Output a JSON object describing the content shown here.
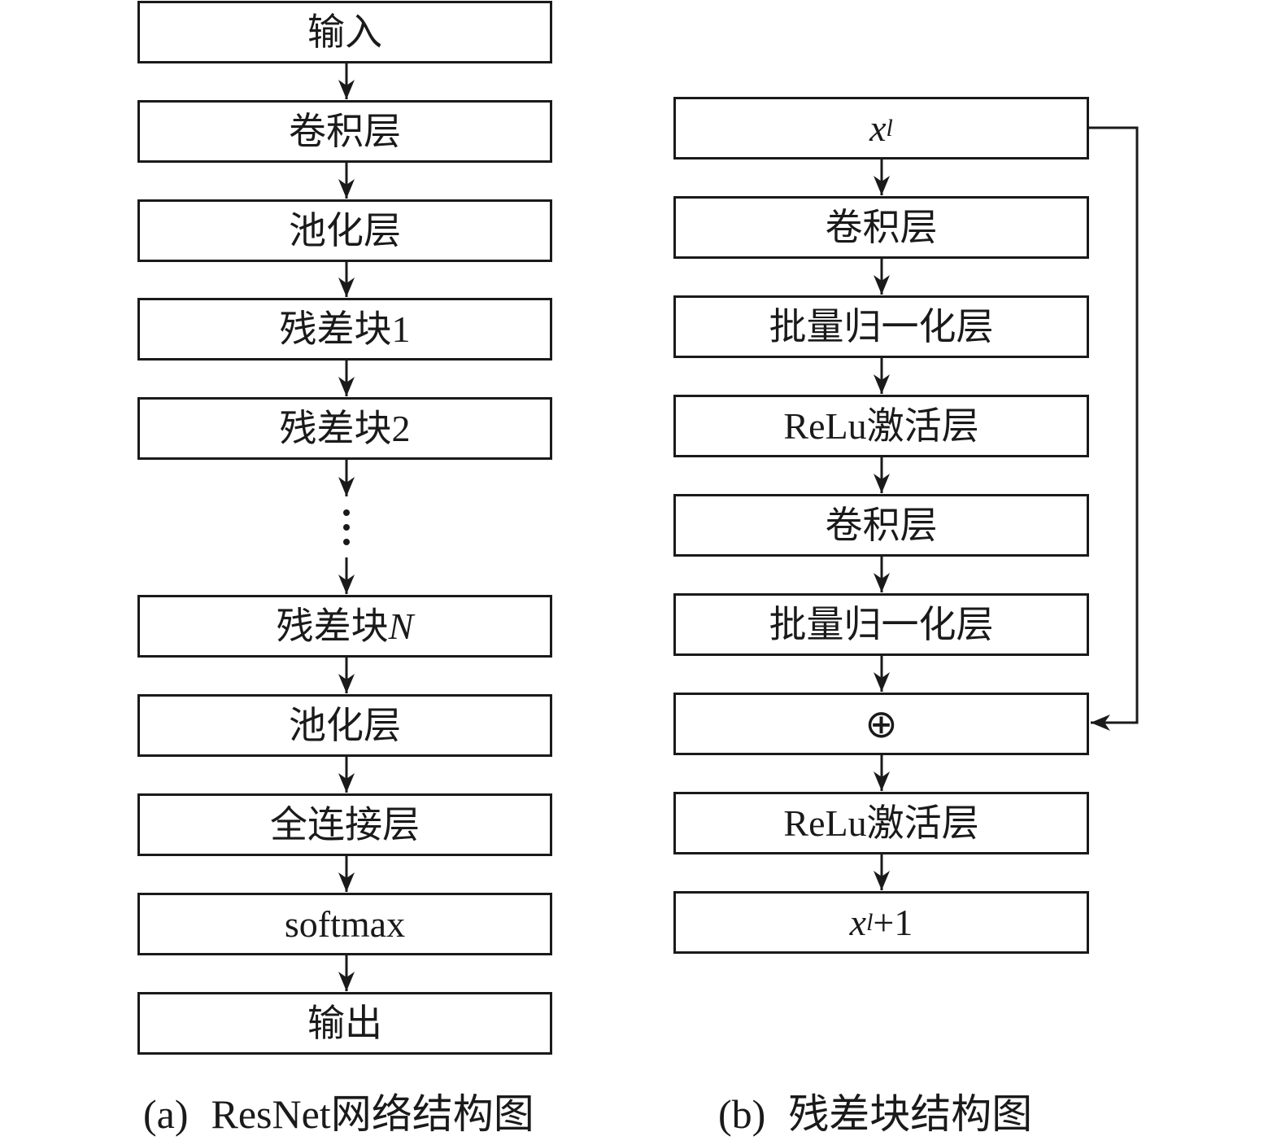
{
  "diagram_a": {
    "boxes": [
      "输入",
      "卷积层",
      "池化层",
      "残差块1",
      "残差块2",
      "残差块",
      "池化层",
      "全连接层",
      "softmax",
      "输出"
    ],
    "box_n_symbol": "N",
    "ellipsis": "⋮",
    "caption_tag": "(a)",
    "caption_text": "ResNet网络结构图"
  },
  "diagram_b": {
    "input_var": "x",
    "input_sub": "l",
    "boxes": [
      "卷积层",
      "批量归一化层",
      "ReLu激活层",
      "卷积层",
      "批量归一化层",
      "⊕",
      "ReLu激活层"
    ],
    "output_var": "x",
    "output_sub": "l",
    "output_suffix": "+1",
    "caption_tag": "(b)",
    "caption_text": "残差块结构图"
  }
}
